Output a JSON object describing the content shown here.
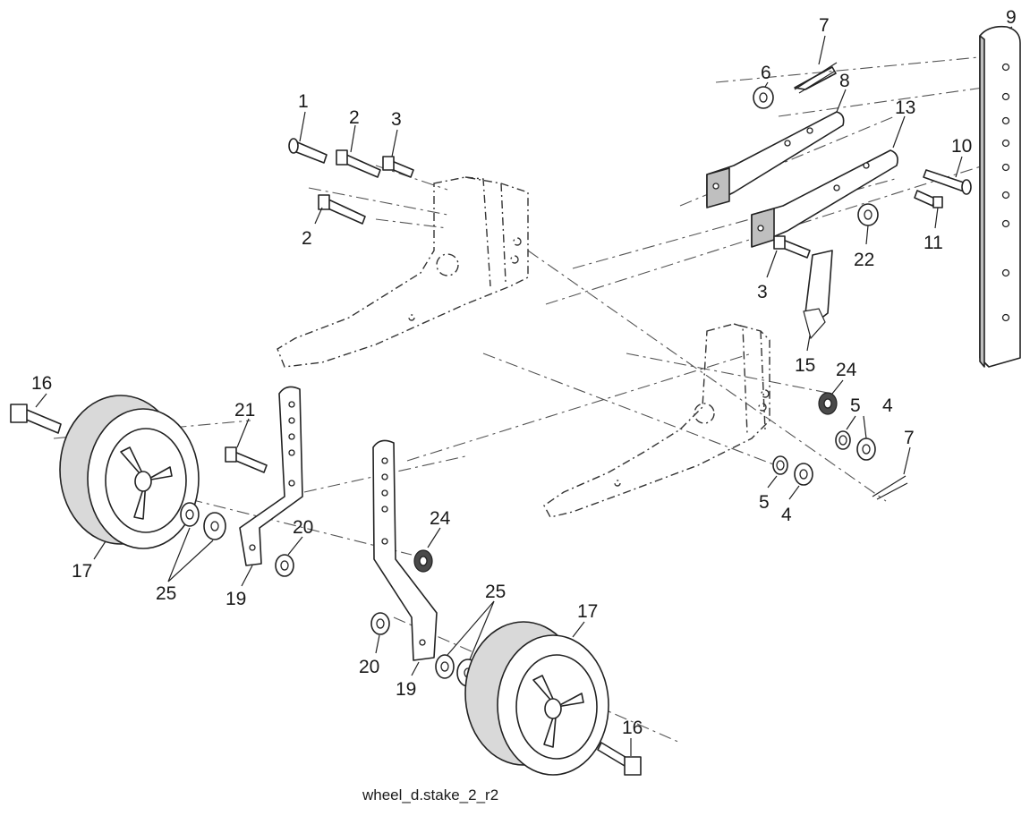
{
  "caption": "wheel_d.stake_2_r2",
  "callouts": [
    "1",
    "2",
    "3",
    "2",
    "6",
    "7",
    "8",
    "13",
    "9",
    "10",
    "11",
    "22",
    "3",
    "15",
    "24",
    "5",
    "4",
    "7",
    "5",
    "4",
    "16",
    "21",
    "17",
    "25",
    "19",
    "20",
    "24",
    "20",
    "19",
    "25",
    "17",
    "16"
  ],
  "colors": {
    "line": "#222222",
    "background": "#ffffff",
    "tire": "#d9d9d9"
  }
}
